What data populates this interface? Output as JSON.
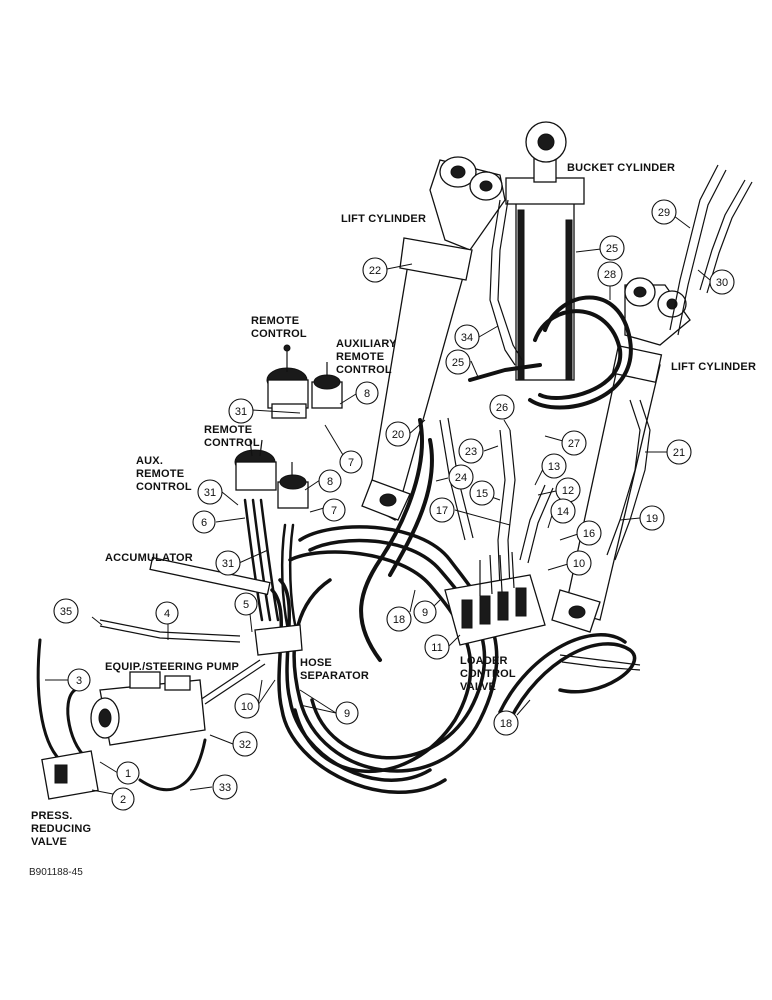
{
  "labels": {
    "bucket_cylinder": "BUCKET CYLINDER",
    "lift_cylinder_left": "LIFT CYLINDER",
    "lift_cylinder_right": "LIFT CYLINDER",
    "remote_control_top": [
      "REMOTE",
      "CONTROL"
    ],
    "auxiliary_remote_control": [
      "AUXILIARY",
      "REMOTE",
      "CONTROL"
    ],
    "remote_control_mid": [
      "REMOTE",
      "CONTROL"
    ],
    "aux_remote_control": [
      "AUX.",
      "REMOTE",
      "CONTROL"
    ],
    "accumulator": "ACCUMULATOR",
    "pump": "EQUIP./STEERING PUMP",
    "hose_separator": [
      "HOSE",
      "SEPARATOR"
    ],
    "loader_control_valve": [
      "LOADER",
      "CONTROL",
      "VALVE"
    ],
    "press_reducing_valve": [
      "PRESS.",
      "REDUCING",
      "VALVE"
    ]
  },
  "figure_code": "B901188-45",
  "callouts": [
    "22",
    "25",
    "28",
    "29",
    "30",
    "34",
    "25",
    "26",
    "20",
    "23",
    "27",
    "21",
    "24",
    "13",
    "12",
    "15",
    "17",
    "14",
    "16",
    "19",
    "10",
    "18",
    "9",
    "11",
    "8",
    "7",
    "31",
    "8",
    "7",
    "31",
    "6",
    "31",
    "5",
    "4",
    "35",
    "3",
    "1",
    "2",
    "33",
    "32",
    "10",
    "9",
    "18"
  ]
}
